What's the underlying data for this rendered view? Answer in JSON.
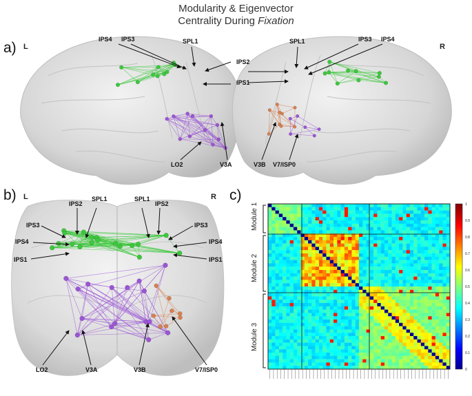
{
  "title": {
    "line1": "Modularity & Eigenvector",
    "line2_prefix": "Centrality During ",
    "line2_italic": "Fixation"
  },
  "panels": {
    "a": "a)",
    "b": "b)",
    "c": "c)"
  },
  "hemispheres": {
    "left": "L",
    "right": "R"
  },
  "panel_a_labels": {
    "left": [
      "IPS4",
      "IPS3",
      "SPL1",
      "IPS2",
      "IPS1",
      "LO2",
      "V3A"
    ],
    "right": [
      "SPL1",
      "IPS3",
      "IPS4",
      "V3B",
      "V7/ISP0"
    ]
  },
  "panel_b_labels": [
    "IPS2",
    "SPL1",
    "SPL1",
    "IPS2",
    "IPS3",
    "IPS3",
    "IPS4",
    "IPS4",
    "IPS1",
    "IPS1",
    "LO2",
    "V3A",
    "V3B",
    "V7/ISP0"
  ],
  "colors": {
    "frontoparietal": "#3cc83c",
    "visual": "#9b55d6",
    "v3b_v7": "#d88050",
    "brain": "#d4d4d4"
  },
  "matrix": {
    "modules": [
      "Module 1",
      "Module 2",
      "Module 3"
    ],
    "colorbar_ticks": [
      "1",
      "0.9",
      "0.8",
      "0.7",
      "0.6",
      "0.5",
      "0.4",
      "0.3",
      "0.2",
      "0.1",
      "0"
    ]
  }
}
